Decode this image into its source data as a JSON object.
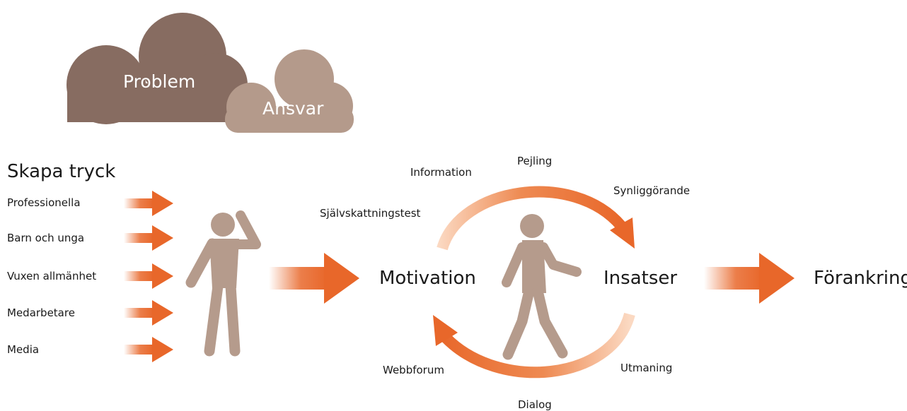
{
  "clouds": {
    "problem": "Problem",
    "responsibility": "Ansvar"
  },
  "pressure": {
    "title": "Skapa tryck",
    "items": [
      {
        "label": "Professionella"
      },
      {
        "label": "Barn och unga"
      },
      {
        "label": "Vuxen allmänhet"
      },
      {
        "label": "Medarbetare"
      },
      {
        "label": "Media"
      }
    ]
  },
  "cycle": {
    "left": "Motivation",
    "right": "Insatser",
    "top_labels": {
      "information": "Information",
      "pejling": "Pejling",
      "synlig": "Synliggörande",
      "selftest": "Självskattningstest"
    },
    "bottom_labels": {
      "webbforum": "Webbforum",
      "utmaning": "Utmaning",
      "dialog": "Dialog"
    }
  },
  "outcome": "Förankring",
  "colors": {
    "cloud_dark": "#876c61",
    "cloud_light": "#b49a8b",
    "figure": "#b59b8c",
    "arrow": "#e8672a",
    "arrow_fade": "#fbd9c2"
  }
}
